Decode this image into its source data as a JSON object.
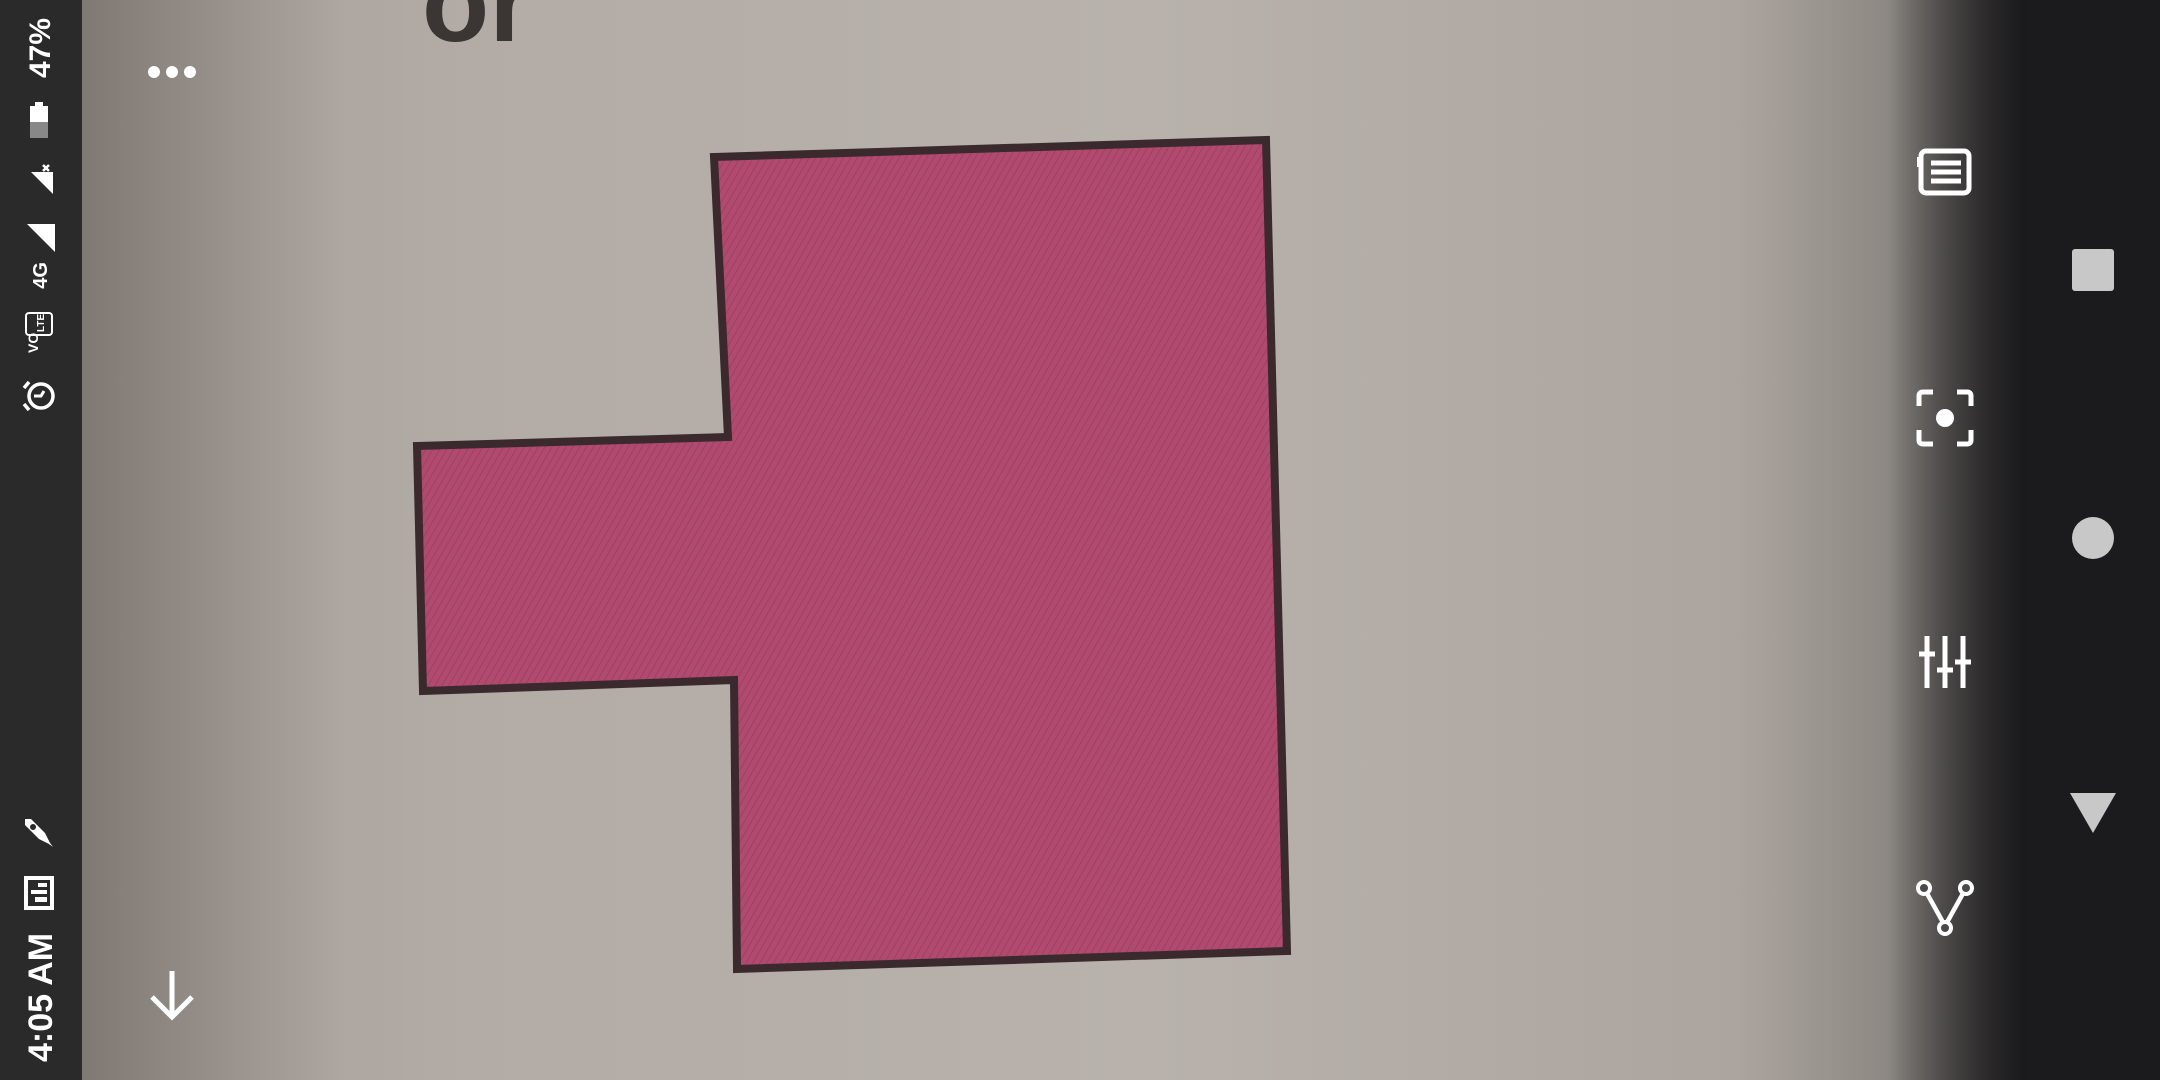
{
  "status_bar": {
    "time": "4:05 AM",
    "battery_percent": "47%",
    "network_label": "4G",
    "volte_label": "VO LTE",
    "icons": [
      "rocket-icon",
      "news-widget-icon",
      "alarm-icon",
      "volte-icon",
      "signal-4g-icon",
      "signal-no-service-icon",
      "battery-icon"
    ]
  },
  "viewfinder": {
    "paper_text_fragment": "or",
    "shape_fill": "#b04a6f",
    "shape_outline": "#3a2a2e"
  },
  "toolbar": {
    "more_icon": "more-horizontal-icon",
    "down_icon": "arrow-down-icon"
  },
  "tools": [
    {
      "name": "text",
      "icon": "text-select-icon"
    },
    {
      "name": "search",
      "icon": "lens-search-icon"
    },
    {
      "name": "filters",
      "icon": "sliders-icon"
    },
    {
      "name": "share",
      "icon": "graph-share-icon"
    }
  ],
  "nav": {
    "icons": [
      "recents-square-icon",
      "home-circle-icon",
      "back-triangle-icon"
    ]
  }
}
